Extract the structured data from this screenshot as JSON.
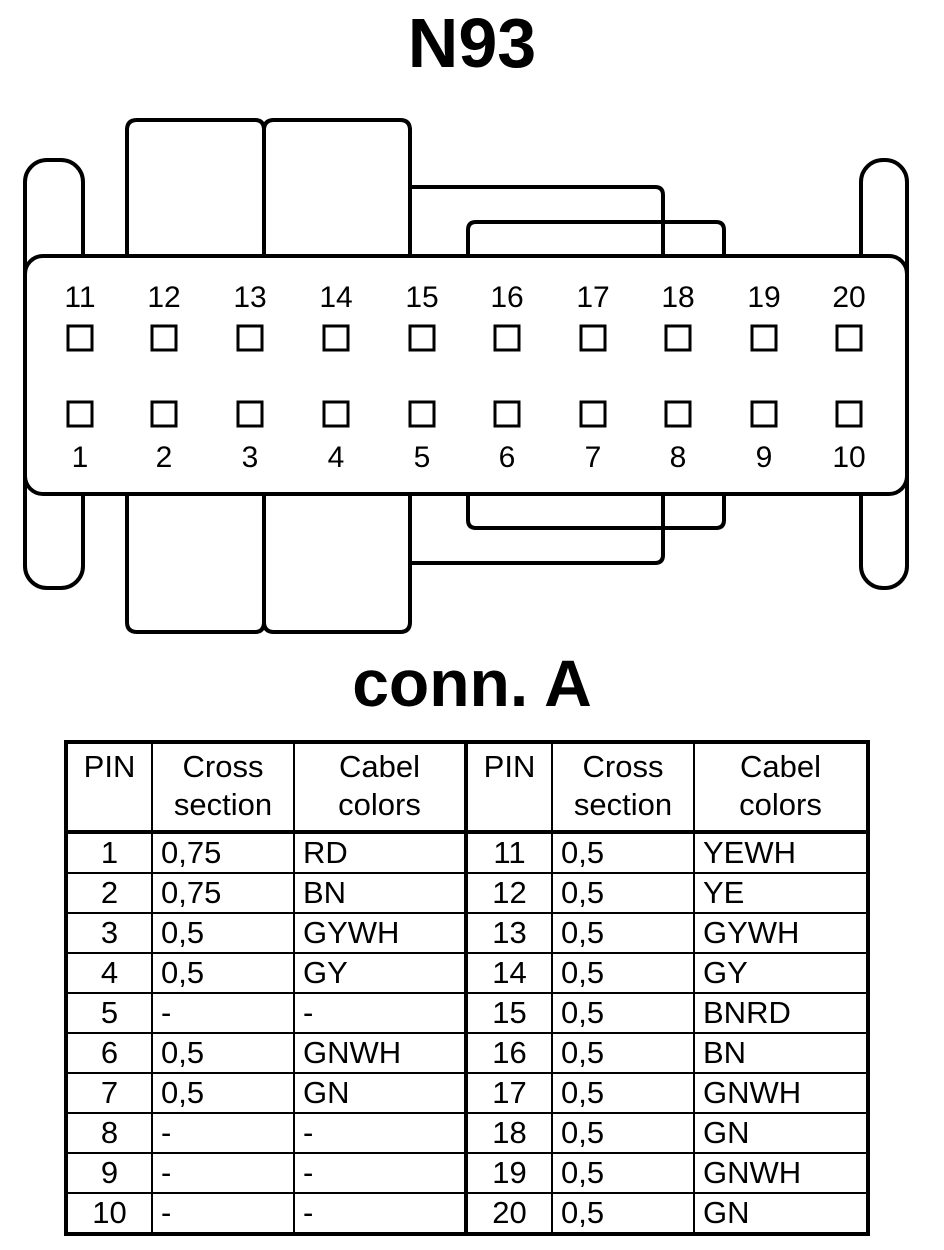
{
  "title": "N93",
  "subtitle": "conn. A",
  "connector": {
    "top_row": [
      "11",
      "12",
      "13",
      "14",
      "15",
      "16",
      "17",
      "18",
      "19",
      "20"
    ],
    "bottom_row": [
      "1",
      "2",
      "3",
      "4",
      "5",
      "6",
      "7",
      "8",
      "9",
      "10"
    ]
  },
  "table": {
    "headers": {
      "pin": "PIN",
      "cross_1": "Cross",
      "cross_2": "section",
      "colors_1": "Cabel",
      "colors_2": "colors"
    },
    "rows": [
      {
        "l_pin": "1",
        "l_cross": "0,75",
        "l_color": "RD",
        "r_pin": "11",
        "r_cross": "0,5",
        "r_color": "YEWH"
      },
      {
        "l_pin": "2",
        "l_cross": "0,75",
        "l_color": "BN",
        "r_pin": "12",
        "r_cross": "0,5",
        "r_color": "YE"
      },
      {
        "l_pin": "3",
        "l_cross": "0,5",
        "l_color": "GYWH",
        "r_pin": "13",
        "r_cross": "0,5",
        "r_color": "GYWH"
      },
      {
        "l_pin": "4",
        "l_cross": "0,5",
        "l_color": "GY",
        "r_pin": "14",
        "r_cross": "0,5",
        "r_color": "GY"
      },
      {
        "l_pin": "5",
        "l_cross": "-",
        "l_color": "-",
        "r_pin": "15",
        "r_cross": "0,5",
        "r_color": "BNRD"
      },
      {
        "l_pin": "6",
        "l_cross": "0,5",
        "l_color": "GNWH",
        "r_pin": "16",
        "r_cross": "0,5",
        "r_color": "BN"
      },
      {
        "l_pin": "7",
        "l_cross": "0,5",
        "l_color": "GN",
        "r_pin": "17",
        "r_cross": "0,5",
        "r_color": "GNWH"
      },
      {
        "l_pin": "8",
        "l_cross": "-",
        "l_color": "-",
        "r_pin": "18",
        "r_cross": "0,5",
        "r_color": "GN"
      },
      {
        "l_pin": "9",
        "l_cross": "-",
        "l_color": "-",
        "r_pin": "19",
        "r_cross": "0,5",
        "r_color": "GNWH"
      },
      {
        "l_pin": "10",
        "l_cross": "-",
        "l_color": "-",
        "r_pin": "20",
        "r_cross": "0,5",
        "r_color": "GN"
      }
    ]
  }
}
